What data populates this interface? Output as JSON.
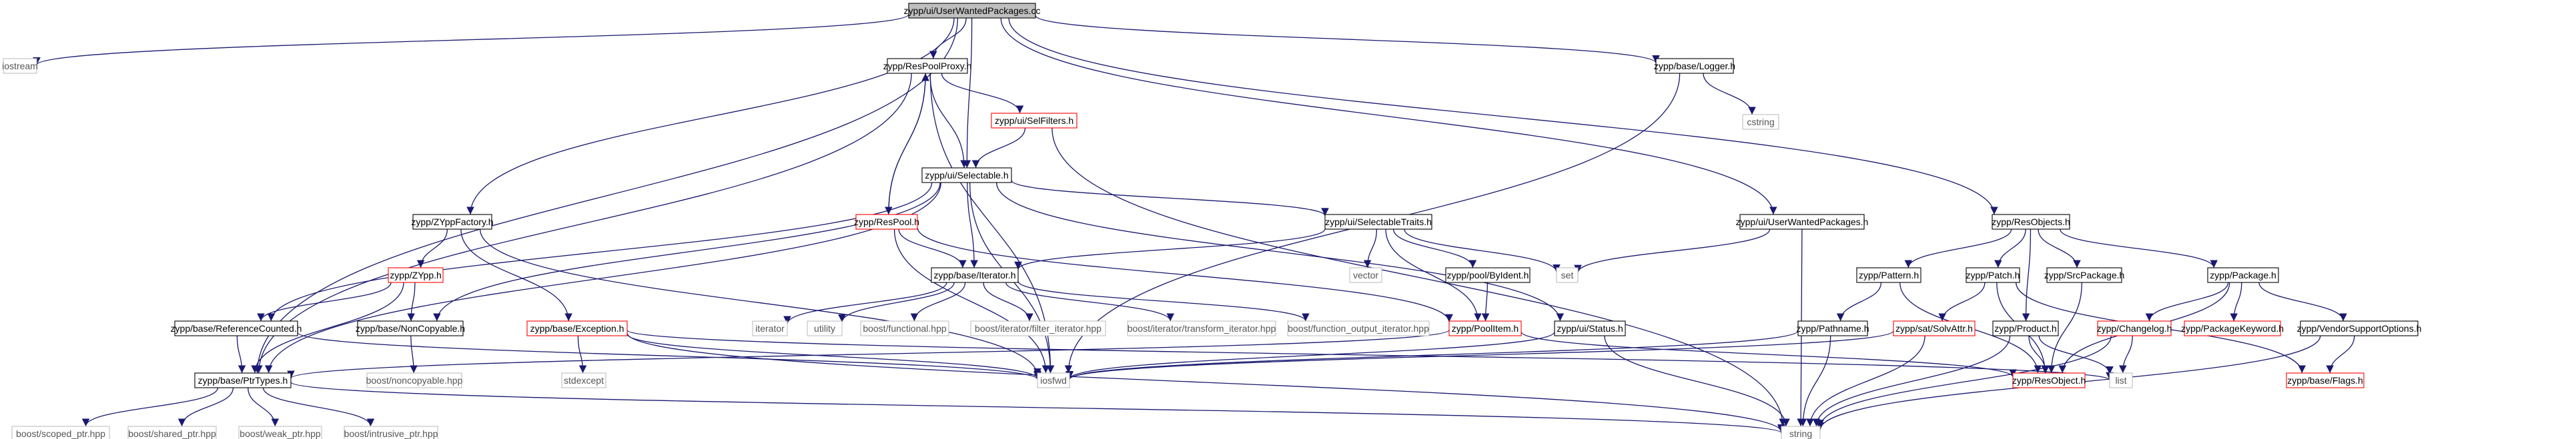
{
  "colors": {
    "edge": "#191970",
    "border_normal": "#000000",
    "border_missing": "#bfbfbf",
    "border_undocumented": "#ff0000",
    "text": "#000000",
    "text_missing": "#555555",
    "fill_root": "#bfbfbf",
    "fill_normal": "#ffffff"
  },
  "nodes": [
    {
      "id": "root",
      "label": "zypp/ui/UserWantedPackages.cc",
      "style": "root"
    },
    {
      "id": "iostream",
      "label": "iostream",
      "style": "missing"
    },
    {
      "id": "respoolproxy",
      "label": "zypp/ResPoolProxy.h",
      "style": "normal"
    },
    {
      "id": "logger",
      "label": "zypp/base/Logger.h",
      "style": "normal"
    },
    {
      "id": "cstring",
      "label": "cstring",
      "style": "missing"
    },
    {
      "id": "selfilters",
      "label": "zypp/ui/SelFilters.h",
      "style": "undocumented"
    },
    {
      "id": "selectable",
      "label": "zypp/ui/Selectable.h",
      "style": "normal"
    },
    {
      "id": "zyppfactory",
      "label": "zypp/ZYppFactory.h",
      "style": "normal"
    },
    {
      "id": "respool",
      "label": "zypp/ResPool.h",
      "style": "undocumented"
    },
    {
      "id": "selectabletraits",
      "label": "zypp/ui/SelectableTraits.h",
      "style": "normal"
    },
    {
      "id": "userwanted_h",
      "label": "zypp/ui/UserWantedPackages.h",
      "style": "normal"
    },
    {
      "id": "resobjects",
      "label": "zypp/ResObjects.h",
      "style": "normal"
    },
    {
      "id": "zypp_h",
      "label": "zypp/ZYpp.h",
      "style": "undocumented"
    },
    {
      "id": "vector",
      "label": "vector",
      "style": "missing"
    },
    {
      "id": "bylident",
      "label": "zypp/pool/ByIdent.h",
      "style": "normal"
    },
    {
      "id": "set",
      "label": "set",
      "style": "missing"
    },
    {
      "id": "iterator_h",
      "label": "zypp/base/Iterator.h",
      "style": "normal"
    },
    {
      "id": "pattern",
      "label": "zypp/Pattern.h",
      "style": "normal"
    },
    {
      "id": "patch",
      "label": "zypp/Patch.h",
      "style": "normal"
    },
    {
      "id": "srcpackage",
      "label": "zypp/SrcPackage.h",
      "style": "normal"
    },
    {
      "id": "package",
      "label": "zypp/Package.h",
      "style": "normal"
    },
    {
      "id": "refcounted",
      "label": "zypp/base/ReferenceCounted.h",
      "style": "normal"
    },
    {
      "id": "noncopyable",
      "label": "zypp/base/NonCopyable.h",
      "style": "normal"
    },
    {
      "id": "exception",
      "label": "zypp/base/Exception.h",
      "style": "undocumented"
    },
    {
      "id": "iterator",
      "label": "iterator",
      "style": "missing"
    },
    {
      "id": "utility",
      "label": "utility",
      "style": "missing"
    },
    {
      "id": "bfunctional",
      "label": "boost/functional.hpp",
      "style": "missing"
    },
    {
      "id": "bfilteriter",
      "label": "boost/iterator/filter_iterator.hpp",
      "style": "missing"
    },
    {
      "id": "btransformiter",
      "label": "boost/iterator/transform_iterator.hpp",
      "style": "missing"
    },
    {
      "id": "bfuncoutput",
      "label": "boost/function_output_iterator.hpp",
      "style": "missing"
    },
    {
      "id": "poolitem",
      "label": "zypp/PoolItem.h",
      "style": "undocumented"
    },
    {
      "id": "status",
      "label": "zypp/ui/Status.h",
      "style": "normal"
    },
    {
      "id": "pathname",
      "label": "zypp/Pathname.h",
      "style": "normal"
    },
    {
      "id": "solvattr",
      "label": "zypp/sat/SolvAttr.h",
      "style": "undocumented"
    },
    {
      "id": "product",
      "label": "zypp/Product.h",
      "style": "normal"
    },
    {
      "id": "changelog",
      "label": "zypp/Changelog.h",
      "style": "undocumented"
    },
    {
      "id": "pkgkeyword",
      "label": "zypp/PackageKeyword.h",
      "style": "undocumented"
    },
    {
      "id": "vendorsupport",
      "label": "zypp/VendorSupportOptions.h",
      "style": "normal"
    },
    {
      "id": "stdexcept",
      "label": "stdexcept",
      "style": "missing"
    },
    {
      "id": "bnoncopyable",
      "label": "boost/noncopyable.hpp",
      "style": "missing"
    },
    {
      "id": "iosfwd",
      "label": "iosfwd",
      "style": "missing"
    },
    {
      "id": "resobject",
      "label": "zypp/ResObject.h",
      "style": "undocumented"
    },
    {
      "id": "list",
      "label": "list",
      "style": "missing"
    },
    {
      "id": "flags",
      "label": "zypp/base/Flags.h",
      "style": "undocumented"
    },
    {
      "id": "ptrtypes",
      "label": "zypp/base/PtrTypes.h",
      "style": "normal"
    },
    {
      "id": "bscoped",
      "label": "boost/scoped_ptr.hpp",
      "style": "missing"
    },
    {
      "id": "bshared",
      "label": "boost/shared_ptr.hpp",
      "style": "missing"
    },
    {
      "id": "bweak",
      "label": "boost/weak_ptr.hpp",
      "style": "missing"
    },
    {
      "id": "bintrusive",
      "label": "boost/intrusive_ptr.hpp",
      "style": "missing"
    },
    {
      "id": "string",
      "label": "string",
      "style": "missing"
    }
  ],
  "edges": [
    [
      "root",
      "iostream"
    ],
    [
      "root",
      "respoolproxy"
    ],
    [
      "root",
      "logger"
    ],
    [
      "root",
      "selectable"
    ],
    [
      "root",
      "zyppfactory"
    ],
    [
      "root",
      "userwanted_h"
    ],
    [
      "root",
      "resobjects"
    ],
    [
      "root",
      "ptrtypes"
    ],
    [
      "respoolproxy",
      "respool"
    ],
    [
      "respoolproxy",
      "selfilters"
    ],
    [
      "respoolproxy",
      "selectable"
    ],
    [
      "respoolproxy",
      "iosfwd"
    ],
    [
      "respoolproxy",
      "ptrtypes"
    ],
    [
      "logger",
      "cstring"
    ],
    [
      "logger",
      "iosfwd"
    ],
    [
      "selfilters",
      "selectable"
    ],
    [
      "selfilters",
      "string"
    ],
    [
      "selectable",
      "refcounted"
    ],
    [
      "selectable",
      "noncopyable"
    ],
    [
      "selectable",
      "ptrtypes"
    ],
    [
      "selectable",
      "iterator_h"
    ],
    [
      "selectable",
      "selectabletraits"
    ],
    [
      "selectable",
      "status"
    ],
    [
      "selectable",
      "iosfwd"
    ],
    [
      "zyppfactory",
      "zypp_h"
    ],
    [
      "zyppfactory",
      "exception"
    ],
    [
      "zyppfactory",
      "iosfwd"
    ],
    [
      "respool",
      "respoolproxy"
    ],
    [
      "respool",
      "iterator_h"
    ],
    [
      "respool",
      "poolitem"
    ],
    [
      "respool",
      "iosfwd"
    ],
    [
      "selectabletraits",
      "iterator_h"
    ],
    [
      "selectabletraits",
      "vector"
    ],
    [
      "selectabletraits",
      "set"
    ],
    [
      "selectabletraits",
      "bylident"
    ],
    [
      "selectabletraits",
      "poolitem"
    ],
    [
      "userwanted_h",
      "set"
    ],
    [
      "userwanted_h",
      "string"
    ],
    [
      "resobjects",
      "pattern"
    ],
    [
      "resobjects",
      "patch"
    ],
    [
      "resobjects",
      "srcpackage"
    ],
    [
      "resobjects",
      "product"
    ],
    [
      "resobjects",
      "package"
    ],
    [
      "zypp_h",
      "refcounted"
    ],
    [
      "zypp_h",
      "noncopyable"
    ],
    [
      "zypp_h",
      "ptrtypes"
    ],
    [
      "bylident",
      "poolitem"
    ],
    [
      "iterator_h",
      "iterator"
    ],
    [
      "iterator_h",
      "utility"
    ],
    [
      "iterator_h",
      "bfunctional"
    ],
    [
      "iterator_h",
      "bfilteriter"
    ],
    [
      "iterator_h",
      "btransformiter"
    ],
    [
      "iterator_h",
      "bfuncoutput"
    ],
    [
      "pattern",
      "pathname"
    ],
    [
      "pattern",
      "resobject"
    ],
    [
      "patch",
      "solvattr"
    ],
    [
      "patch",
      "resobject"
    ],
    [
      "patch",
      "flags"
    ],
    [
      "srcpackage",
      "resobject"
    ],
    [
      "package",
      "changelog"
    ],
    [
      "package",
      "pkgkeyword"
    ],
    [
      "package",
      "vendorsupport"
    ],
    [
      "package",
      "resobject"
    ],
    [
      "refcounted",
      "iosfwd"
    ],
    [
      "refcounted",
      "ptrtypes"
    ],
    [
      "noncopyable",
      "bnoncopyable"
    ],
    [
      "exception",
      "stdexcept"
    ],
    [
      "exception",
      "iosfwd"
    ],
    [
      "exception",
      "string"
    ],
    [
      "exception",
      "list"
    ],
    [
      "poolitem",
      "resobject"
    ],
    [
      "poolitem",
      "ptrtypes"
    ],
    [
      "status",
      "iosfwd"
    ],
    [
      "status",
      "string"
    ],
    [
      "pathname",
      "iosfwd"
    ],
    [
      "pathname",
      "string"
    ],
    [
      "solvattr",
      "iosfwd"
    ],
    [
      "solvattr",
      "string"
    ],
    [
      "product",
      "resobject"
    ],
    [
      "product",
      "list"
    ],
    [
      "product",
      "string"
    ],
    [
      "changelog",
      "list"
    ],
    [
      "changelog",
      "string"
    ],
    [
      "vendorsupport",
      "flags"
    ],
    [
      "vendorsupport",
      "string"
    ],
    [
      "ptrtypes",
      "bscoped"
    ],
    [
      "ptrtypes",
      "bshared"
    ],
    [
      "ptrtypes",
      "bweak"
    ],
    [
      "ptrtypes",
      "bintrusive"
    ],
    [
      "ptrtypes",
      "string"
    ]
  ]
}
